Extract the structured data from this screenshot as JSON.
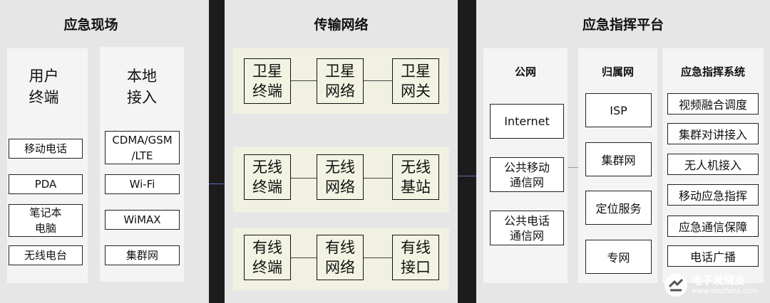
{
  "left": {
    "title": "应急现场",
    "col1": {
      "header": "用户\n终端",
      "items": [
        "移动电话",
        "PDA",
        "笔记本\n电脑",
        "无线电台"
      ]
    },
    "col2": {
      "header": "本地\n接入",
      "items": [
        "CDMA/GSM\n/LTE",
        "Wi-Fi",
        "WiMAX",
        "集群网"
      ]
    }
  },
  "middle": {
    "title": "传输网络",
    "rows": [
      [
        "卫星\n终端",
        "卫星\n网络",
        "卫星\n网关"
      ],
      [
        "无线\n终端",
        "无线\n网络",
        "无线\n基站"
      ],
      [
        "有线\n终端",
        "有线\n网络",
        "有线\n接口"
      ]
    ]
  },
  "right": {
    "title": "应急指挥平台",
    "public": {
      "header": "公网",
      "items": [
        "Internet",
        "公共移动\n通信网",
        "公共电话\n通信网"
      ]
    },
    "home": {
      "header": "归属网",
      "items": [
        "ISP",
        "集群网",
        "定位服务",
        "专网"
      ]
    },
    "system": {
      "header": "应急指挥系统",
      "items": [
        "视频融合调度",
        "集群对讲接入",
        "无人机接入",
        "移动应急指挥",
        "应急通信保障",
        "电话广播"
      ]
    }
  },
  "watermark": {
    "name": "电子发烧友",
    "url": "www.elecfans.com"
  }
}
